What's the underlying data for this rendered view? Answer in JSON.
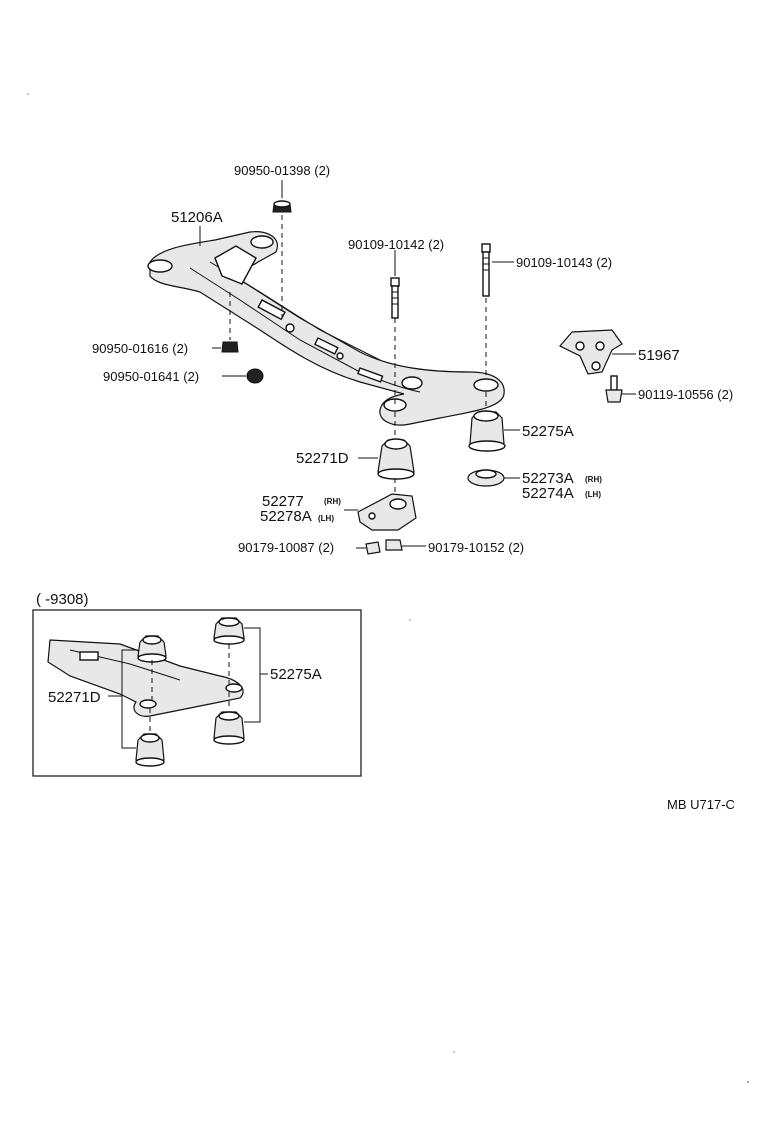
{
  "labels": {
    "crossmember": "51206A",
    "plug_top": "90950-01398 (2)",
    "bolt_mid": "90109-10142 (2)",
    "bolt_right": "90109-10143 (2)",
    "plug_left1": "90950-01616 (2)",
    "plug_left2": "90950-01641 (2)",
    "bracket": "51967",
    "bracket_bolt": "90119-10556 (2)",
    "cushion_right": "52275A",
    "cushion_mid": "52271D",
    "stopper_rh": "52273A",
    "stopper_lh": "52274A",
    "rh": "(RH)",
    "lh": "(LH)",
    "mount_rh": "52277",
    "mount_lh": "52278A",
    "nut_left": "90179-10087 (2)",
    "nut_right": "90179-10152 (2)",
    "inset_range": "(      -9308)",
    "inset_cushion_left": "52271D",
    "inset_cushion_right": "52275A",
    "diagram_code": "MB U717-C"
  }
}
